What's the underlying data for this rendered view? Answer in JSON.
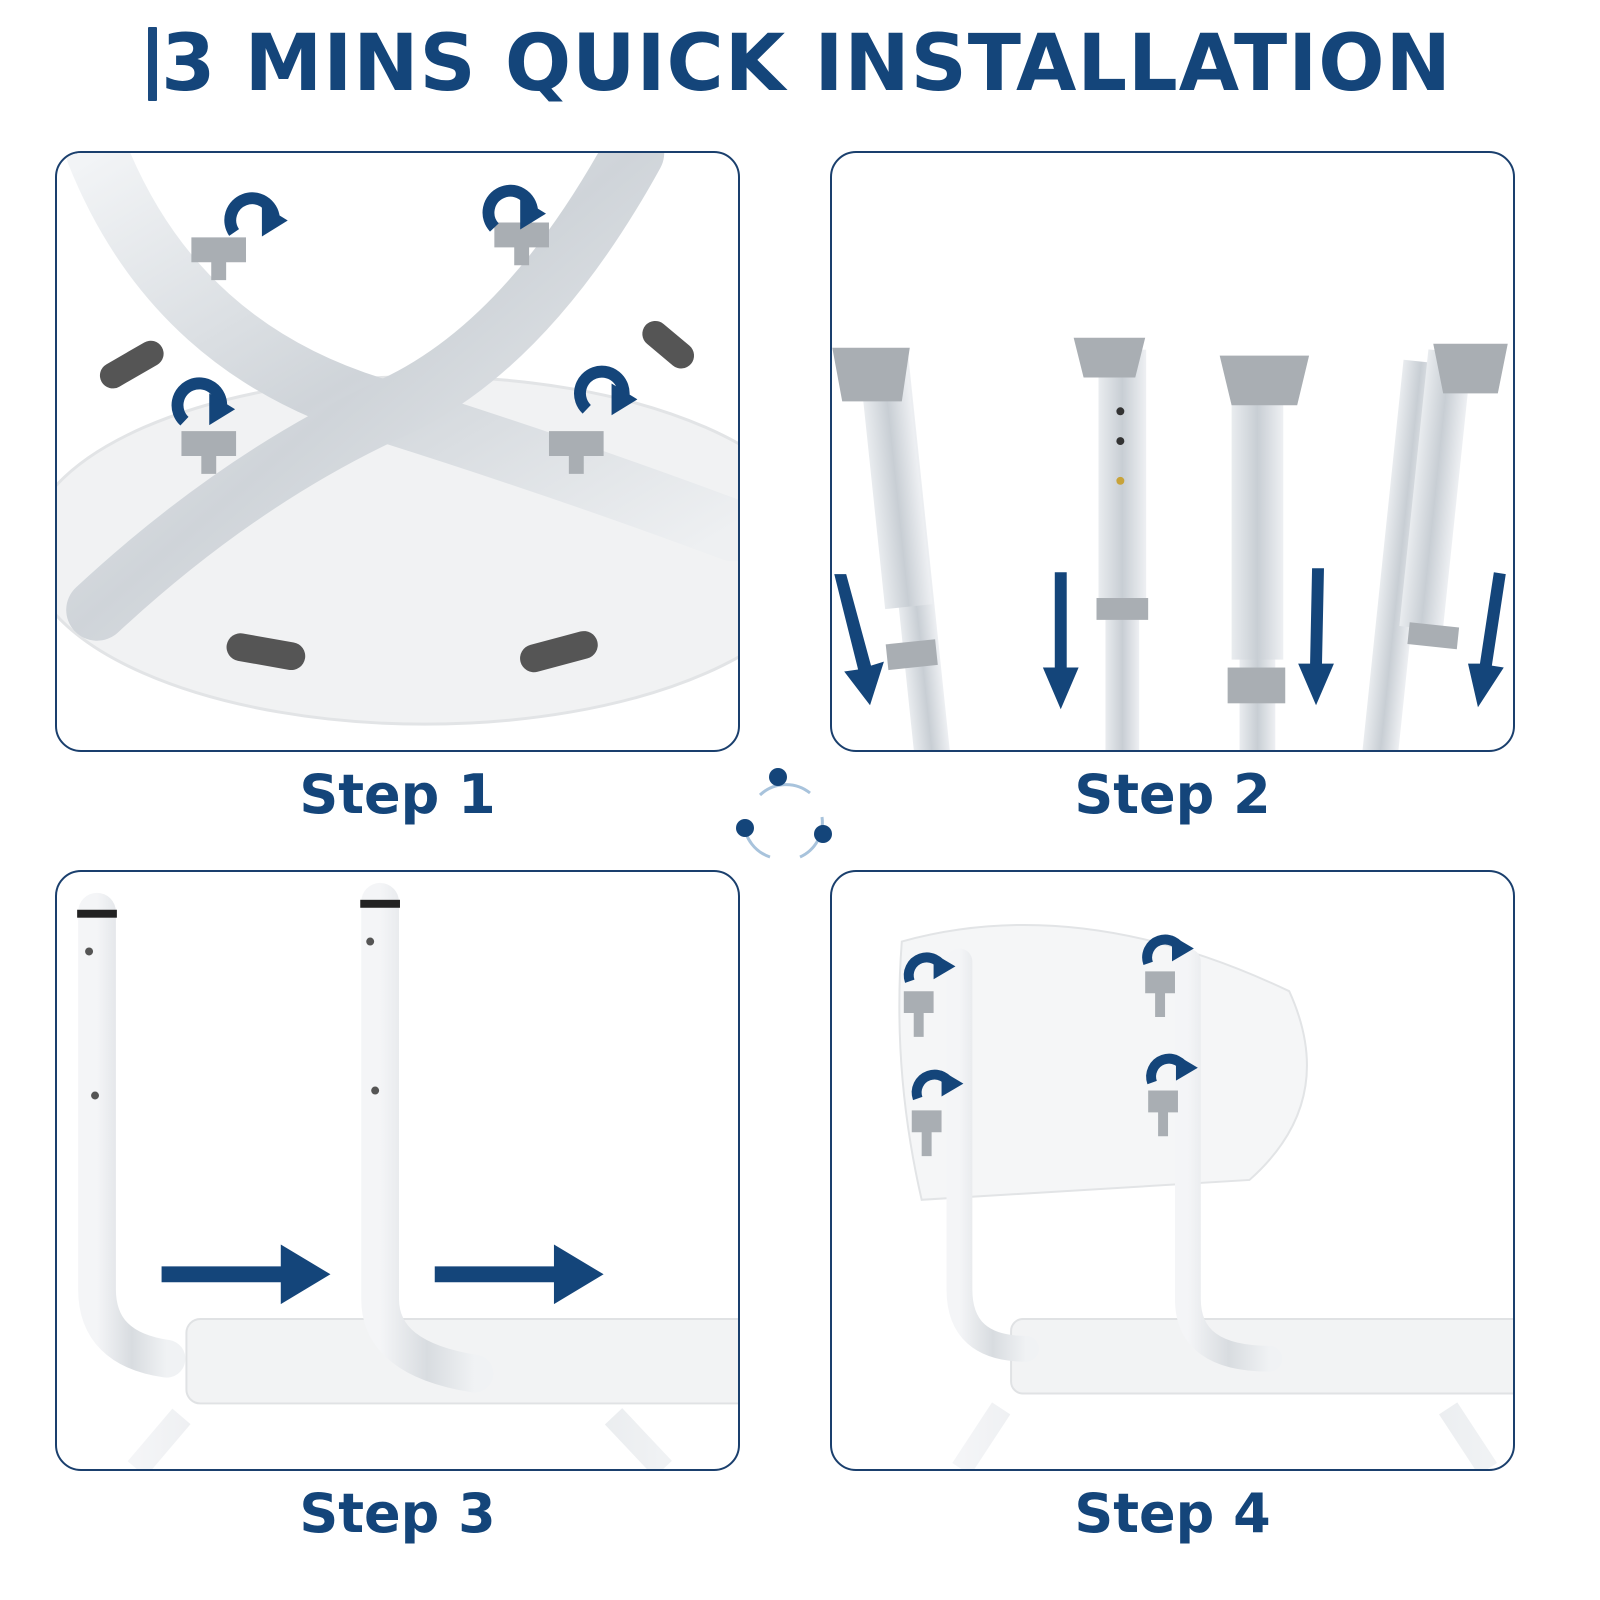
{
  "title": "3 MINS QUICK INSTALLATION",
  "colors": {
    "accent": "#14457a",
    "border": "#1a3f6d",
    "metal": "#d9dde1",
    "knob": "#a9aeb3"
  },
  "steps": [
    {
      "label": "Step 1"
    },
    {
      "label": "Step 2"
    },
    {
      "label": "Step 3"
    },
    {
      "label": "Step 4"
    }
  ],
  "icons": {
    "cycle": "cycle-icon",
    "rotate": "rotate-arrow-icon",
    "down": "arrow-down-icon",
    "right": "arrow-right-icon"
  }
}
